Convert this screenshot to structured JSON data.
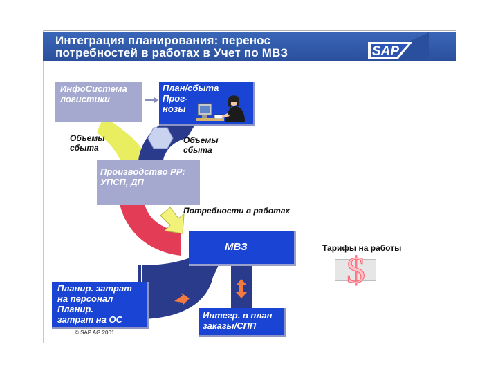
{
  "header": {
    "title_line1": "Интеграция планирования: перенос",
    "title_line2": "потребностей в работах в Учет по МВЗ"
  },
  "logo": {
    "text": "SAP"
  },
  "boxes": {
    "infosystem": [
      "ИнфоСистема",
      "логистики"
    ],
    "sales_plan": [
      "План/сбыта",
      "Прог-",
      "нозы"
    ],
    "production": [
      "Производство PP:",
      "УПСП, ДП"
    ],
    "mvz": "МВЗ",
    "cost_planning": [
      "Планир. затрат",
      "на персонал",
      "Планир.",
      "затрат на ОС"
    ],
    "integration": [
      "Интегр. в план",
      "заказы/СПП"
    ]
  },
  "labels": {
    "sales_volume_left": [
      "Объемы",
      "сбыта"
    ],
    "sales_volume_right": [
      "Объемы",
      "сбыта"
    ],
    "activity_requirements": "Потребности в работах",
    "activity_rates": "Тарифы на работы"
  },
  "symbols": {
    "currency": "$"
  },
  "footer": {
    "copyright": "© SAP AG 2001"
  },
  "colors": {
    "header_blue": "#2d56a8",
    "box_blue": "#1a44d4",
    "box_gray": "#a5a9cf",
    "arc_yellow": "#e8ee60",
    "arc_navy": "#2b3b8c",
    "arc_red": "#e23c56"
  }
}
